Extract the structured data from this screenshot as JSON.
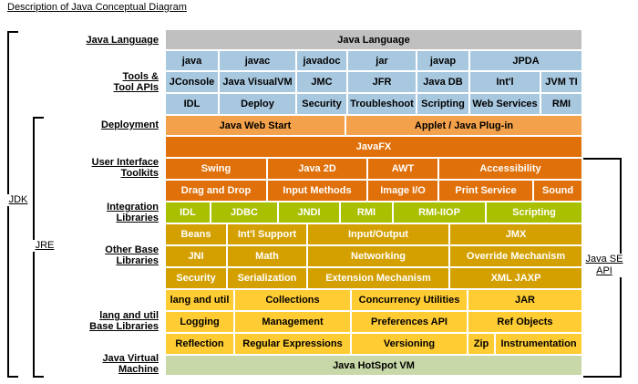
{
  "title": "Description of Java Conceptual Diagram",
  "brackets": {
    "jdk": "JDK",
    "jre": "JRE",
    "javase_line1": "Java SE",
    "javase_line2": "API"
  },
  "row_labels": {
    "java_language": "Java Language",
    "tools_line1": "Tools &",
    "tools_line2": "Tool APIs",
    "deployment": "Deployment",
    "ui_line1": "User Interface",
    "ui_line2": "Toolkits",
    "integration_line1": "Integration",
    "integration_line2": "Libraries",
    "otherbase_line1": "Other Base",
    "otherbase_line2": "Libraries",
    "langutil_line1": "lang and util",
    "langutil_line2": "Base Libraries",
    "jvm": "Java Virtual Machine"
  },
  "cells": {
    "java_language": "Java Language",
    "tools_row1": [
      "java",
      "javac",
      "javadoc",
      "jar",
      "javap",
      "JPDA"
    ],
    "tools_row2": [
      "JConsole",
      "Java VisualVM",
      "JMC",
      "JFR",
      "Java DB",
      "Int'l",
      "JVM TI"
    ],
    "tools_row3": [
      "IDL",
      "Deploy",
      "Security",
      "Troubleshoot",
      "Scripting",
      "Web Services",
      "RMI"
    ],
    "deployment": [
      "Java Web Start",
      "Applet / Java Plug-in"
    ],
    "javafx": "JavaFX",
    "ui_row1": [
      "Swing",
      "Java 2D",
      "AWT",
      "Accessibility"
    ],
    "ui_row2": [
      "Drag and Drop",
      "Input Methods",
      "Image I/O",
      "Print Service",
      "Sound"
    ],
    "integration": [
      "IDL",
      "JDBC",
      "JNDI",
      "RMI",
      "RMI-IIOP",
      "Scripting"
    ],
    "other_row1": [
      "Beans",
      "Int'l Support",
      "Input/Output",
      "JMX"
    ],
    "other_row2": [
      "JNI",
      "Math",
      "Networking",
      "Override Mechanism"
    ],
    "other_row3": [
      "Security",
      "Serialization",
      "Extension Mechanism",
      "XML JAXP"
    ],
    "base_row1": [
      "lang and util",
      "Collections",
      "Concurrency Utilities",
      "JAR"
    ],
    "base_row2": [
      "Logging",
      "Management",
      "Preferences API",
      "Ref Objects"
    ],
    "base_row3": [
      "Reflection",
      "Regular Expressions",
      "Versioning",
      "Zip",
      "Instrumentation"
    ],
    "jvm": "Java HotSpot VM"
  },
  "colors": {
    "language": "#c0c0c0",
    "tools": "#a8c8e0",
    "deployment": "#f4a14b",
    "javafx": "#e0700a",
    "ui_toolkits": "#e0700a",
    "integration": "#a8c000",
    "other_base": "#d4a000",
    "lang_util": "#ffcc33",
    "jvm": "#c8d8a8"
  }
}
